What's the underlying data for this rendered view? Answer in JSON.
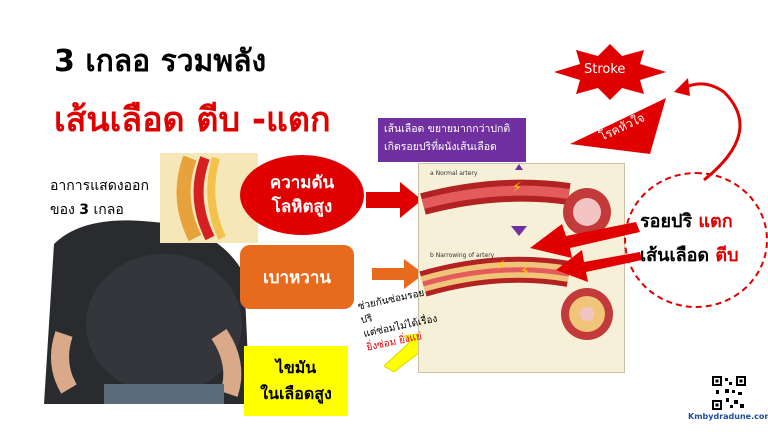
{
  "title_line1": "3 เกลอ รวมพลัง",
  "title_line2": "เส้นเลือด ตีบ -แตก",
  "symptoms": {
    "line1": "อาการแสดงออก",
    "line2_prefix": "ของ",
    "line2_num": "3",
    "line2_suffix": "เกลอ"
  },
  "boxes": {
    "pressure_line1": "ความดัน",
    "pressure_line2": "โลหิตสูง",
    "diabetes": "เบาหวาน",
    "lipid_line1": "ไขมัน",
    "lipid_line2": "ในเลือดสูง"
  },
  "purple_note": {
    "line1": "เส้นเลือด ขยายมากกว่าปกติ",
    "line2": "เกิดรอยปริที่ผนังเส้นเลือด"
  },
  "handwritten": {
    "line1": "ช่วยกันซ่อมรอยปริ",
    "line2": "แต่ซ่อมไม่ได้เรื่อง",
    "line3": "ยิ่งซ่อม ยิ่งแย่"
  },
  "stroke_label": "Stroke",
  "heart_label": "โรคหัวใจ",
  "circle_text": {
    "line1_prefix": "รอยปริ",
    "line1_red": "แตก",
    "line2_prefix": "เส้นเลือด",
    "line2_red": "ตีบ"
  },
  "diagram": {
    "a": "a  Normal artery",
    "b": "b  Narrowing of artery"
  },
  "website": "Kmbydradune.com",
  "colors": {
    "red": "#e00000",
    "orange": "#e86a1c",
    "yellow": "#ffff00",
    "purple": "#7030a0"
  }
}
